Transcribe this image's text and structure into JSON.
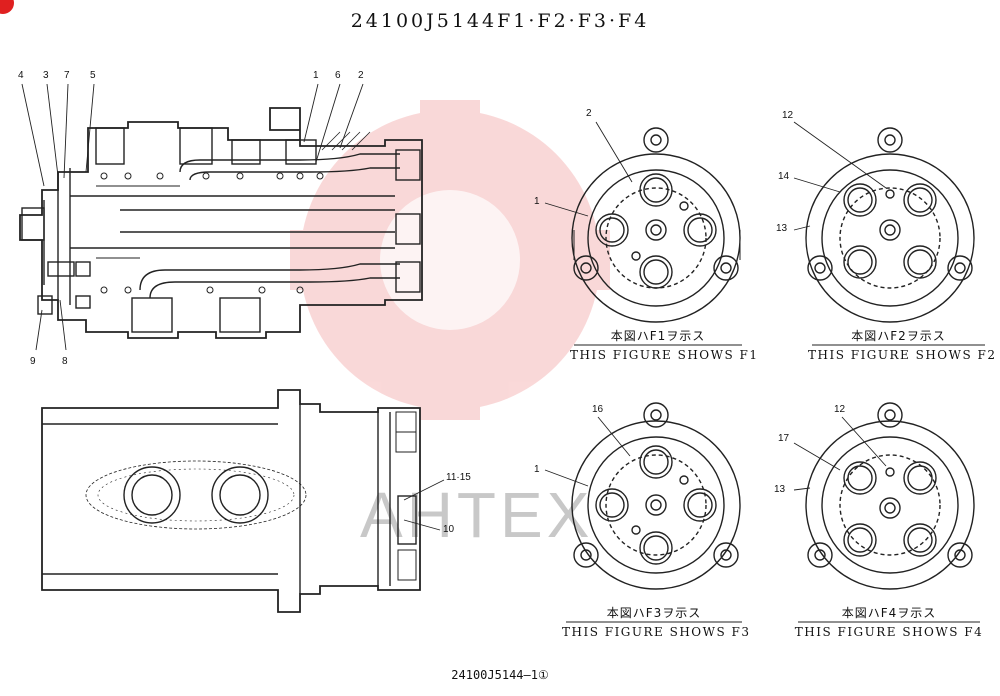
{
  "drawing": {
    "title": "24100J5144F1·F2·F3·F4",
    "drawing_number": "24100J5144—1①",
    "watermark_text": "AHTEX",
    "watermark_color": "#e85050",
    "ink_color": "#222222"
  },
  "callouts": [
    "4",
    "3",
    "7",
    "5",
    "1",
    "6",
    "2",
    "9",
    "8",
    "11·15",
    "10",
    "2",
    "1",
    "12",
    "14",
    "13",
    "16",
    "1",
    "12",
    "17",
    "13"
  ],
  "figures": [
    {
      "id": "F1",
      "caption_jp": "本図ハF1ヲ示ス",
      "caption_en": "THIS FIGURE SHOWS F1"
    },
    {
      "id": "F2",
      "caption_jp": "本図ハF2ヲ示ス",
      "caption_en": "THIS FIGURE SHOWS F2"
    },
    {
      "id": "F3",
      "caption_jp": "本図ハF3ヲ示ス",
      "caption_en": "THIS FIGURE SHOWS F3"
    },
    {
      "id": "F4",
      "caption_jp": "本図ハF4ヲ示ス",
      "caption_en": "THIS FIGURE SHOWS F4"
    }
  ]
}
